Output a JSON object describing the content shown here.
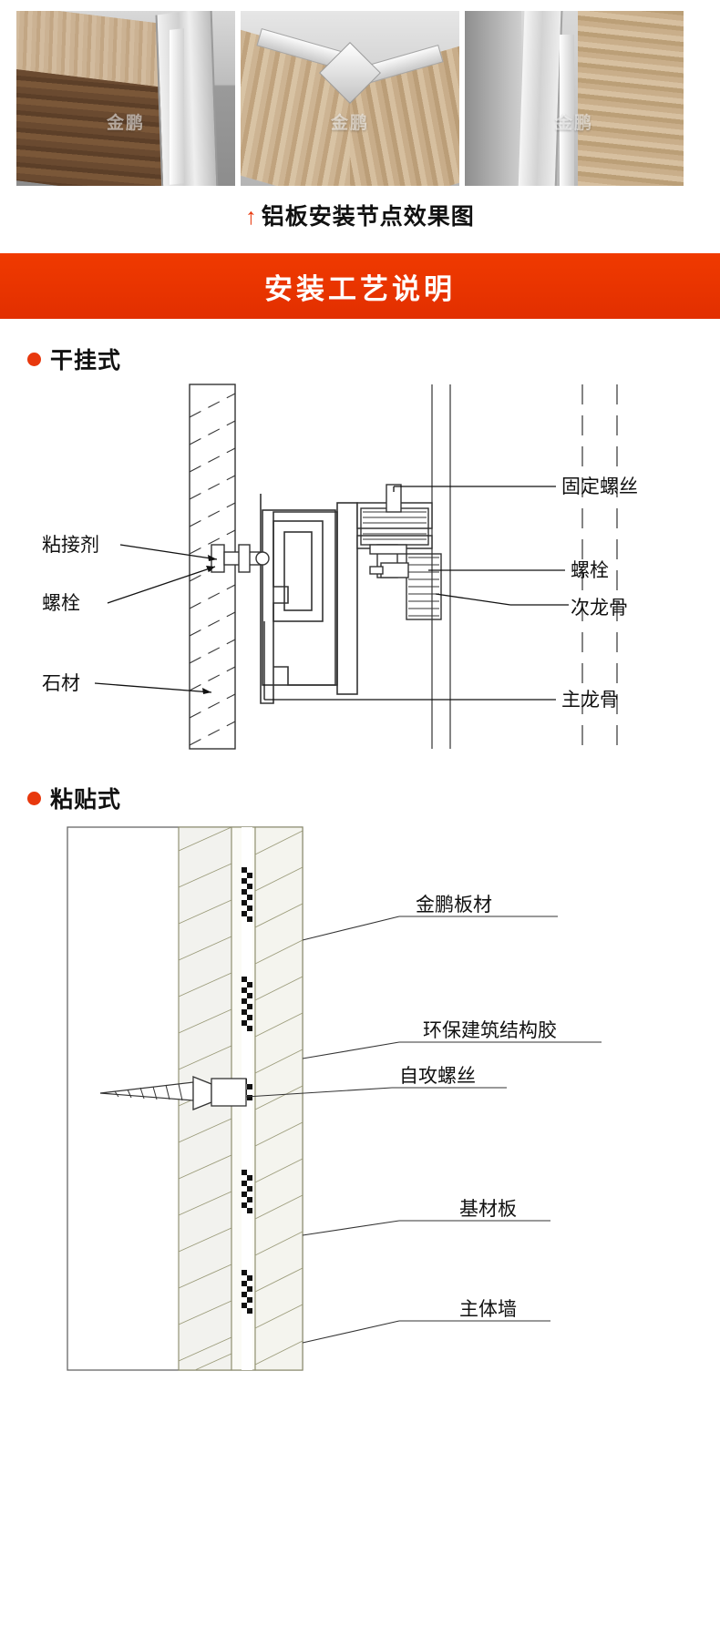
{
  "photos": [
    {
      "name": "aluminum-trim-wood-panel-corner",
      "watermark": "金鹏"
    },
    {
      "name": "external-corner-joint-detail",
      "watermark": "金鹏"
    },
    {
      "name": "aluminum-channel-wood-board",
      "watermark": "金鹏"
    }
  ],
  "caption": {
    "arrow": "↑",
    "text": "铝板安装节点效果图"
  },
  "banner": {
    "title": "安装工艺说明"
  },
  "sections": [
    {
      "id": "dry-hang",
      "title": "干挂式",
      "labels": {
        "adhesive": "粘接剂",
        "bolt_left": "螺栓",
        "stone": "石材",
        "fixing_screw": "固定螺丝",
        "bolt_right": "螺栓",
        "secondary_keel": "次龙骨",
        "main_keel": "主龙骨"
      }
    },
    {
      "id": "adhesive-paste",
      "title": "粘贴式",
      "labels": {
        "panel": "金鹏板材",
        "structural_glue": "环保建筑结构胶",
        "self_tapping_screw": "自攻螺丝",
        "substrate_board": "基材板",
        "main_wall": "主体墙"
      }
    }
  ],
  "colors": {
    "accent_red": "#e8380d",
    "banner_red": "#ef3800",
    "text_dark": "#111111"
  }
}
